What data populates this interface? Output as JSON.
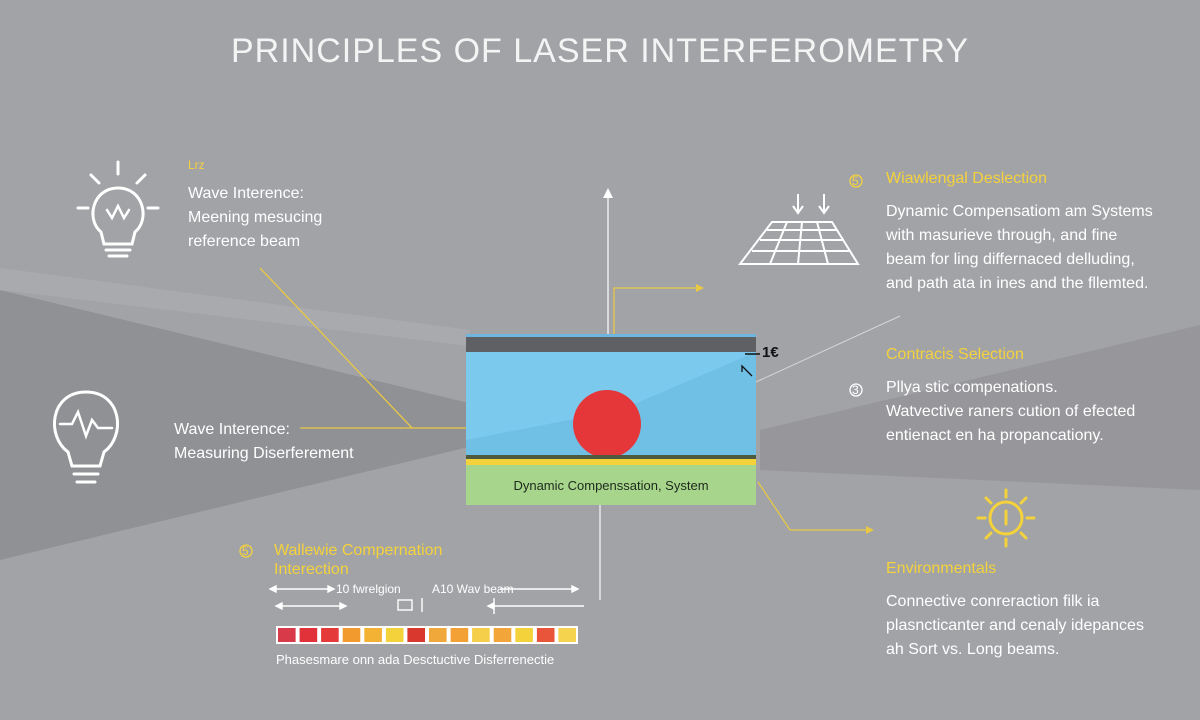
{
  "title": "PRINCIPLES OF LASER INTERFEROMETRY",
  "left_top": {
    "tag": "Lrz",
    "lines": [
      "Wave Interence:",
      "Meening mesucing",
      "reference beam"
    ]
  },
  "left_mid": {
    "lines": [
      "Wave Interence:",
      "Measuring Diserferement"
    ]
  },
  "bottom_left": {
    "number": "5",
    "heading_lines": [
      "Wallewie Compernation",
      "Interection"
    ],
    "label_a": "10 fwrelgion",
    "label_b": "A10 Wav beam",
    "caption": "Phasesmare onn ada Desctuctive Disferrenectie",
    "swatches": [
      "#d83a4a",
      "#e03238",
      "#e53a3a",
      "#f29a2e",
      "#f3b233",
      "#f4d23c",
      "#d9382f",
      "#f0a83a",
      "#f3a034",
      "#f5cf4a",
      "#f2a63a",
      "#f4d23c",
      "#e9553a",
      "#f5d34e"
    ]
  },
  "center": {
    "system_label": "Dynamic Compenssation, System",
    "marker": "1€"
  },
  "right_top": {
    "number": "5",
    "heading": "Wiawlengal Deslection",
    "lines": [
      "Dynamic Compensatiom am Systems",
      "with masurieve through, and fine",
      "beam for ling differnaced delluding,",
      "and path ata in ines and the fllemted."
    ]
  },
  "right_mid": {
    "number": "3",
    "heading": "Contracis Selection",
    "lines": [
      "Pllya stic compenations.",
      "Watvective raners cution of efected",
      "entienact en ha propancationy."
    ]
  },
  "right_bottom": {
    "heading": "Environmentals",
    "lines": [
      "Connective conreraction filk ia",
      "plasncticanter and cenaly idepances",
      "ah Sort vs. Long beams."
    ]
  },
  "colors": {
    "background": "#a2a3a7",
    "accent": "#f4d23c",
    "chamber": "#7cc9ee",
    "sphere": "#e5373a",
    "base": "#a7d58b"
  },
  "icons": [
    "lightbulb-icon",
    "pulse-lightbulb-icon",
    "grid-detector-icon",
    "sun-icon"
  ]
}
